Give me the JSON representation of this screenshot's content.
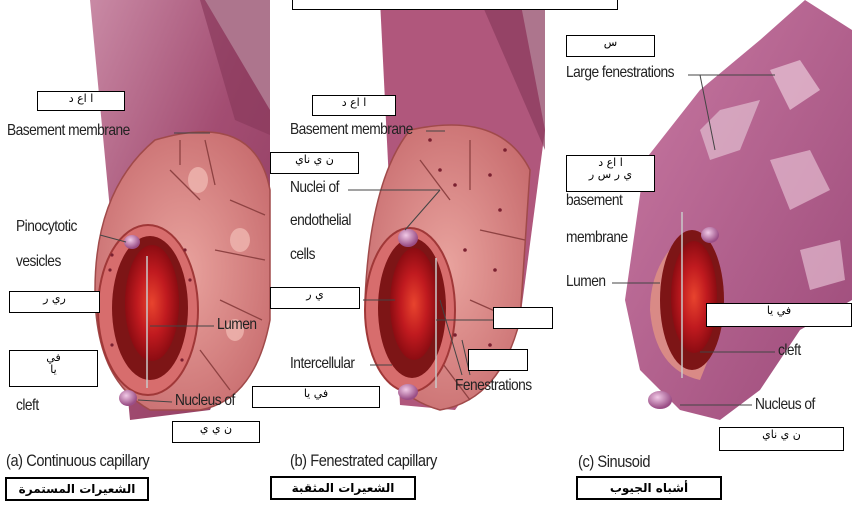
{
  "top_box": "",
  "panel_a": {
    "labels": {
      "basement": "Basement membrane",
      "pinocytotic_1": "Pinocytotic",
      "pinocytotic_2": "vesicles",
      "lumen": "Lumen",
      "cleft": "cleft",
      "nucleus": "Nucleus of"
    },
    "boxes": {
      "basement_ar": "ا اع د",
      "pinocytotic_ar": "ري ر",
      "cleft_ar": "في\nيا",
      "nucleus_ar": "ن ي ي"
    },
    "caption": "(a) Continuous capillary",
    "arabic_caption": "الشعيرات المستمرة"
  },
  "panel_b": {
    "labels": {
      "basement": "Basement membrane",
      "nuclei_1": "Nuclei of",
      "nuclei_2": "endothelial",
      "nuclei_3": "cells",
      "intercellular": "Intercellular",
      "fenestrations": "Fenestrations"
    },
    "boxes": {
      "basement_ar": "ا اع د",
      "nuclei_ar": "ن ي ناي",
      "pinocytotic_ar": "ي ر",
      "cleft_ar": "في يا",
      "fenestration_1": "",
      "fenestration_2": ""
    },
    "caption": "(b) Fenestrated capillary",
    "arabic_caption": "الشعيرات المثقبة"
  },
  "panel_c": {
    "labels": {
      "large_fen": "Large fenestrations",
      "basement_1": "basement",
      "basement_2": "membrane",
      "lumen": "Lumen",
      "cleft": "cleft",
      "nucleus": "Nucleus of"
    },
    "boxes": {
      "large_fen_ar": "س",
      "basement_ar": "ا اع د\nي ر س ر",
      "cleft_ar": "في يا",
      "nucleus_ar": "ن ي ناي"
    },
    "caption": "(c) Sinusoid",
    "arabic_caption": "أشباه الجيوب"
  },
  "colors": {
    "vessel_outer": "#b3577a",
    "vessel_wall": "#d98a86",
    "lumen_red": "#c41820",
    "sinusoid": "#b35a86"
  }
}
